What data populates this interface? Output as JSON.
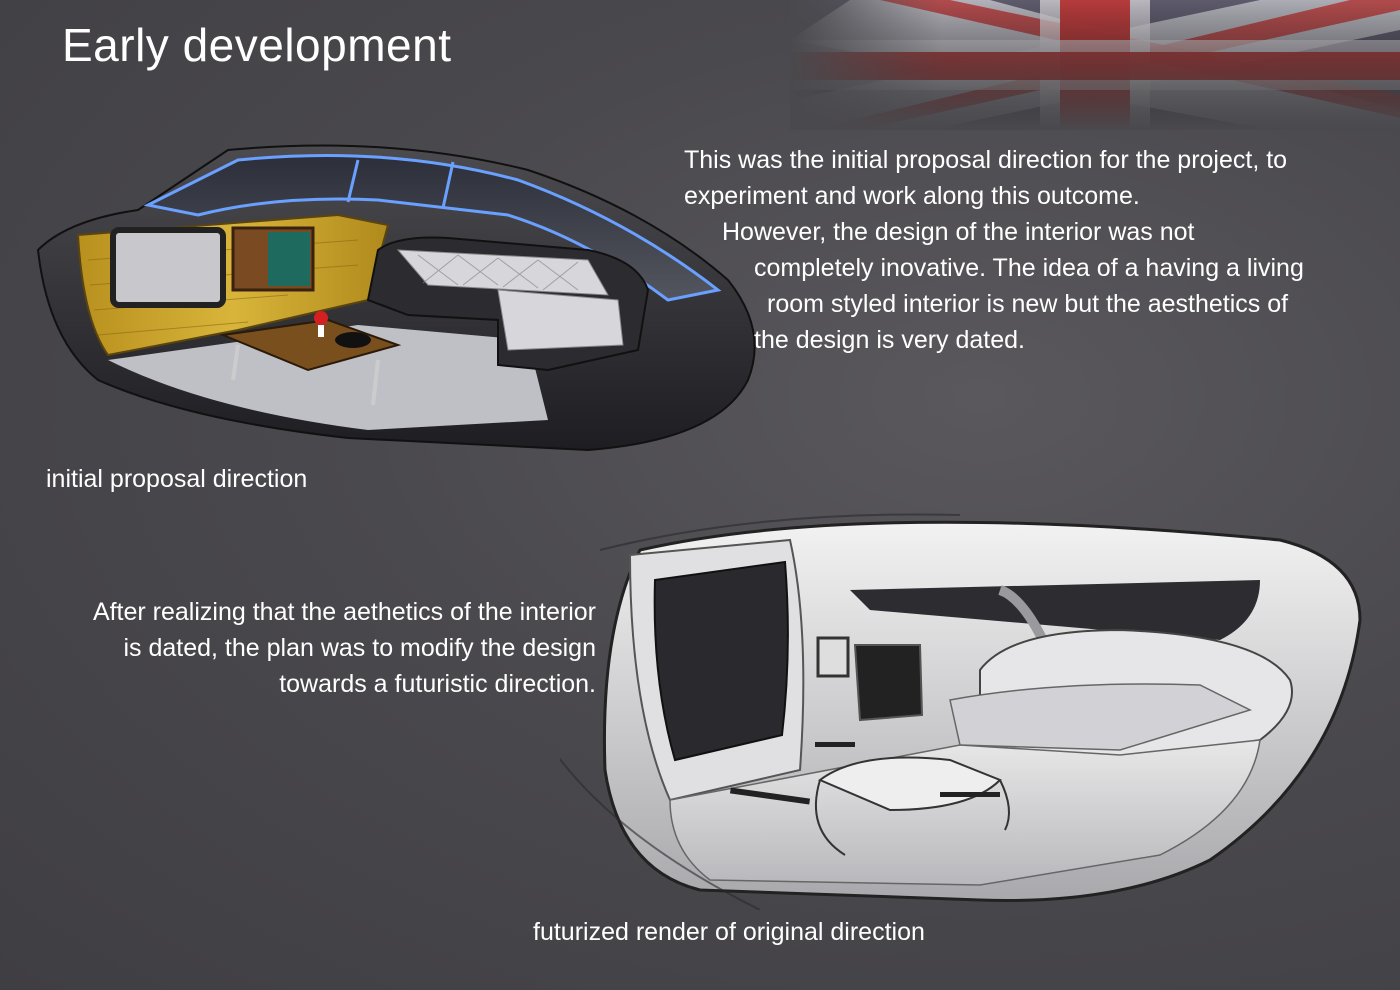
{
  "title": "Early development",
  "intro_text": [
    "This was the initial proposal direction for the project, to",
    "experiment and work along this outcome.",
    "However, the design of the interior was not",
    "completely inovative. The idea of a having a living",
    "room styled interior is new but the aesthetics of",
    "the design is very dated."
  ],
  "caption_initial": "initial proposal direction",
  "change_text": [
    "After realizing that the aethetics of the interior",
    "is dated, the plan was to modify the design",
    "towards a futuristic direction."
  ],
  "caption_futurized": "futurized render of original direction",
  "colors": {
    "background": "#4a494d",
    "text": "#ffffff",
    "wood_panel": "#c9a227",
    "flag_red": "#b03a3a",
    "accent_blue": "#5a8fe0"
  }
}
